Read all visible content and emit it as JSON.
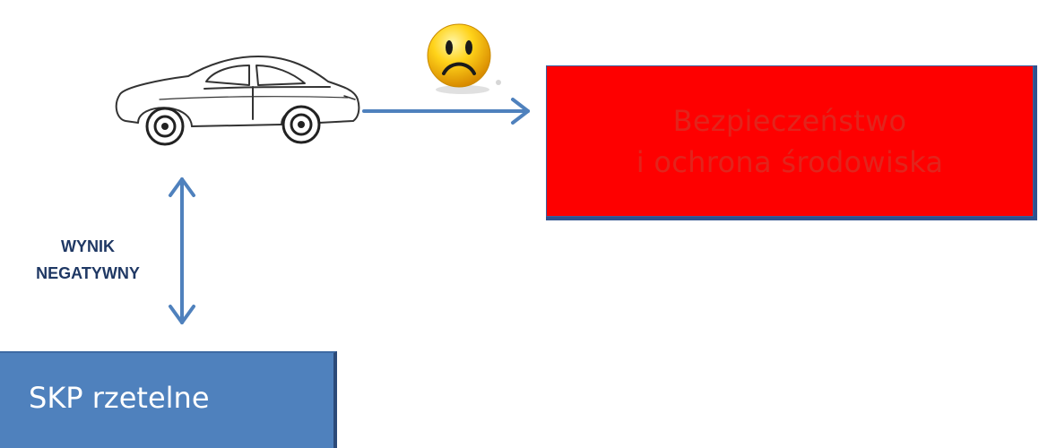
{
  "diagram": {
    "target_box": {
      "line1": "Bezpieczeństwo",
      "line2": "i ochrona środowiska",
      "fill_color": "#fe0000",
      "text_color": "#e2241c"
    },
    "source_box": {
      "label": "SKP rzetelne",
      "fill_color": "#4f81bd",
      "text_color": "#ffffff"
    },
    "relation_label": {
      "line1": "WYNIK",
      "line2": "NEGATYWNY",
      "color": "#1f3864"
    },
    "icons": {
      "vehicle": "car-icon",
      "mood": "sad-face-icon"
    },
    "arrow_color": "#4f81bd"
  }
}
